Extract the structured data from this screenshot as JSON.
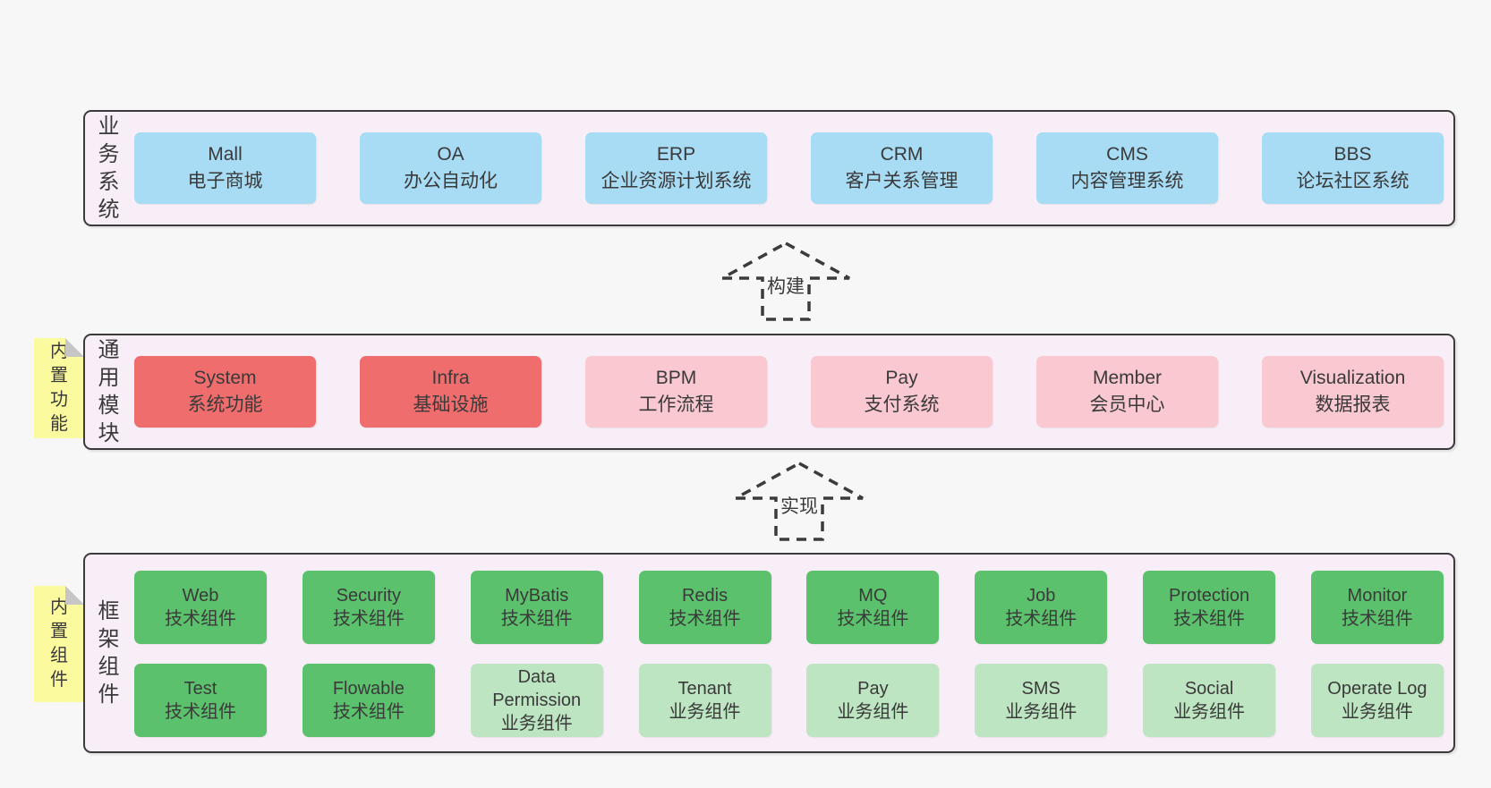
{
  "colors": {
    "page_bg": "#f7f7f7",
    "panel_bg": "#f8eef7",
    "panel_border": "#3b3b3b",
    "text": "#3a3a3a",
    "blue": "#a8dcf5",
    "red": "#ef6d6d",
    "pink": "#f9c8d0",
    "green_dark": "#5cc16c",
    "green_light": "#bee5c2",
    "yellow": "#fbfa9e",
    "fold": "#c6c6c6"
  },
  "sections": {
    "business": {
      "label": "业务系统",
      "boxes": [
        {
          "title": "Mall",
          "subtitle": "电子商城",
          "variant": "blue"
        },
        {
          "title": "OA",
          "subtitle": "办公自动化",
          "variant": "blue"
        },
        {
          "title": "ERP",
          "subtitle": "企业资源计划系统",
          "variant": "blue"
        },
        {
          "title": "CRM",
          "subtitle": "客户关系管理",
          "variant": "blue"
        },
        {
          "title": "CMS",
          "subtitle": "内容管理系统",
          "variant": "blue"
        },
        {
          "title": "BBS",
          "subtitle": "论坛社区系统",
          "variant": "blue"
        }
      ]
    },
    "modules": {
      "label": "通用模块",
      "note": "内置功能",
      "boxes": [
        {
          "title": "System",
          "subtitle": "系统功能",
          "variant": "red"
        },
        {
          "title": "Infra",
          "subtitle": "基础设施",
          "variant": "red"
        },
        {
          "title": "BPM",
          "subtitle": "工作流程",
          "variant": "pink"
        },
        {
          "title": "Pay",
          "subtitle": "支付系统",
          "variant": "pink"
        },
        {
          "title": "Member",
          "subtitle": "会员中心",
          "variant": "pink"
        },
        {
          "title": "Visualization",
          "subtitle": "数据报表",
          "variant": "pink"
        }
      ]
    },
    "components": {
      "label": "框架组件",
      "note": "内置组件",
      "row1": [
        {
          "title": "Web",
          "subtitle": "技术组件",
          "variant": "green-dark"
        },
        {
          "title": "Security",
          "subtitle": "技术组件",
          "variant": "green-dark"
        },
        {
          "title": "MyBatis",
          "subtitle": "技术组件",
          "variant": "green-dark"
        },
        {
          "title": "Redis",
          "subtitle": "技术组件",
          "variant": "green-dark"
        },
        {
          "title": "MQ",
          "subtitle": "技术组件",
          "variant": "green-dark"
        },
        {
          "title": "Job",
          "subtitle": "技术组件",
          "variant": "green-dark"
        },
        {
          "title": "Protection",
          "subtitle": "技术组件",
          "variant": "green-dark"
        },
        {
          "title": "Monitor",
          "subtitle": "技术组件",
          "variant": "green-dark"
        }
      ],
      "row2": [
        {
          "title": "Test",
          "subtitle": "技术组件",
          "variant": "green-dark"
        },
        {
          "title": "Flowable",
          "subtitle": "技术组件",
          "variant": "green-dark"
        },
        {
          "title": "Data Permission",
          "subtitle": "业务组件",
          "variant": "green-light"
        },
        {
          "title": "Tenant",
          "subtitle": "业务组件",
          "variant": "green-light"
        },
        {
          "title": "Pay",
          "subtitle": "业务组件",
          "variant": "green-light"
        },
        {
          "title": "SMS",
          "subtitle": "业务组件",
          "variant": "green-light"
        },
        {
          "title": "Social",
          "subtitle": "业务组件",
          "variant": "green-light"
        },
        {
          "title": "Operate Log",
          "subtitle": "业务组件",
          "variant": "green-light"
        }
      ]
    }
  },
  "arrows": {
    "build": "构建",
    "implement": "实现"
  }
}
